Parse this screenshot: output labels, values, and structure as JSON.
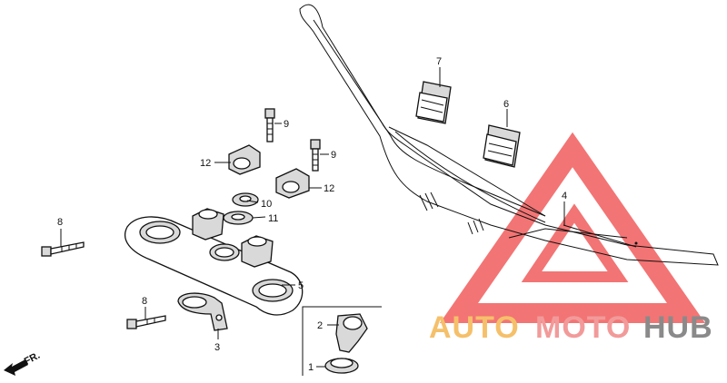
{
  "diagram": {
    "callouts": [
      {
        "id": "c7",
        "text": "7"
      },
      {
        "id": "c6",
        "text": "6"
      },
      {
        "id": "c9a",
        "text": "9"
      },
      {
        "id": "c9b",
        "text": "9"
      },
      {
        "id": "c12a",
        "text": "12"
      },
      {
        "id": "c12b",
        "text": "12"
      },
      {
        "id": "c10",
        "text": "10"
      },
      {
        "id": "c11",
        "text": "11"
      },
      {
        "id": "c8a",
        "text": "8"
      },
      {
        "id": "c8b",
        "text": "8"
      },
      {
        "id": "c5",
        "text": "5"
      },
      {
        "id": "c4",
        "text": "4"
      },
      {
        "id": "c3",
        "text": "3"
      },
      {
        "id": "c2",
        "text": "2"
      },
      {
        "id": "c1",
        "text": "1"
      }
    ],
    "direction_label": "FR.",
    "watermark": {
      "word_1": "AUTO",
      "word_2": "MOTO",
      "word_3": "HUB",
      "color_1": "#f5c06a",
      "color_2": "#f29a9a",
      "color_3": "#8a8a8a",
      "triangle_color": "#f25c5c"
    }
  }
}
